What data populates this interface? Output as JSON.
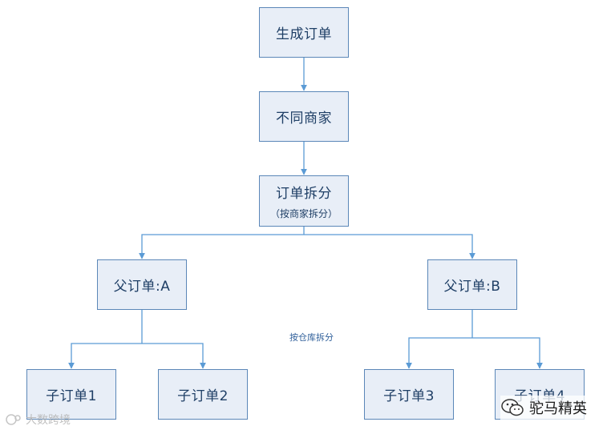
{
  "nodes": {
    "generate": {
      "label": "生成订单"
    },
    "merchants": {
      "label": "不同商家"
    },
    "split": {
      "label": "订单拆分",
      "sub": "（按商家拆分）"
    },
    "parentA": {
      "label": "父订单:A"
    },
    "parentB": {
      "label": "父订单:B"
    },
    "child1": {
      "label": "子订单1"
    },
    "child2": {
      "label": "子订单2"
    },
    "child3": {
      "label": "子订单3"
    },
    "child4": {
      "label": "子订单4"
    }
  },
  "edge_label": "按仓库拆分",
  "watermarks": {
    "left": "大数跨境",
    "right": "驼马精英"
  },
  "colors": {
    "node_fill": "#e8eef7",
    "node_border": "#5b87b8",
    "connector": "#5b9bd5",
    "text": "#1f3f66"
  }
}
